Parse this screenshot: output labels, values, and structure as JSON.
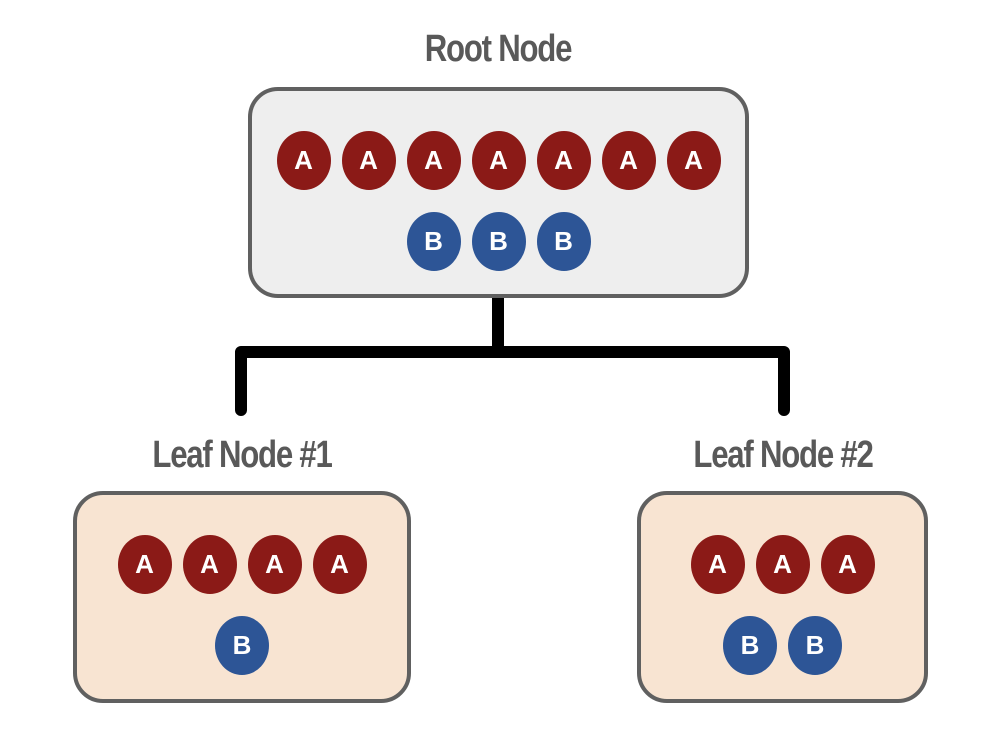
{
  "root": {
    "title": "Root Node",
    "row_a": [
      "A",
      "A",
      "A",
      "A",
      "A",
      "A",
      "A"
    ],
    "row_b": [
      "B",
      "B",
      "B"
    ]
  },
  "leaves": [
    {
      "title": "Leaf Node #1",
      "row_a": [
        "A",
        "A",
        "A",
        "A"
      ],
      "row_b": [
        "B"
      ]
    },
    {
      "title": "Leaf Node #2",
      "row_a": [
        "A",
        "A",
        "A"
      ],
      "row_b": [
        "B",
        "B"
      ]
    }
  ],
  "colors": {
    "token_a": "#8b1a17",
    "token_b": "#2d5596",
    "root_fill": "#eeeeee",
    "leaf_fill": "#f8e4d2",
    "border": "#606060",
    "title_text": "#595959",
    "connector": "#000000"
  }
}
